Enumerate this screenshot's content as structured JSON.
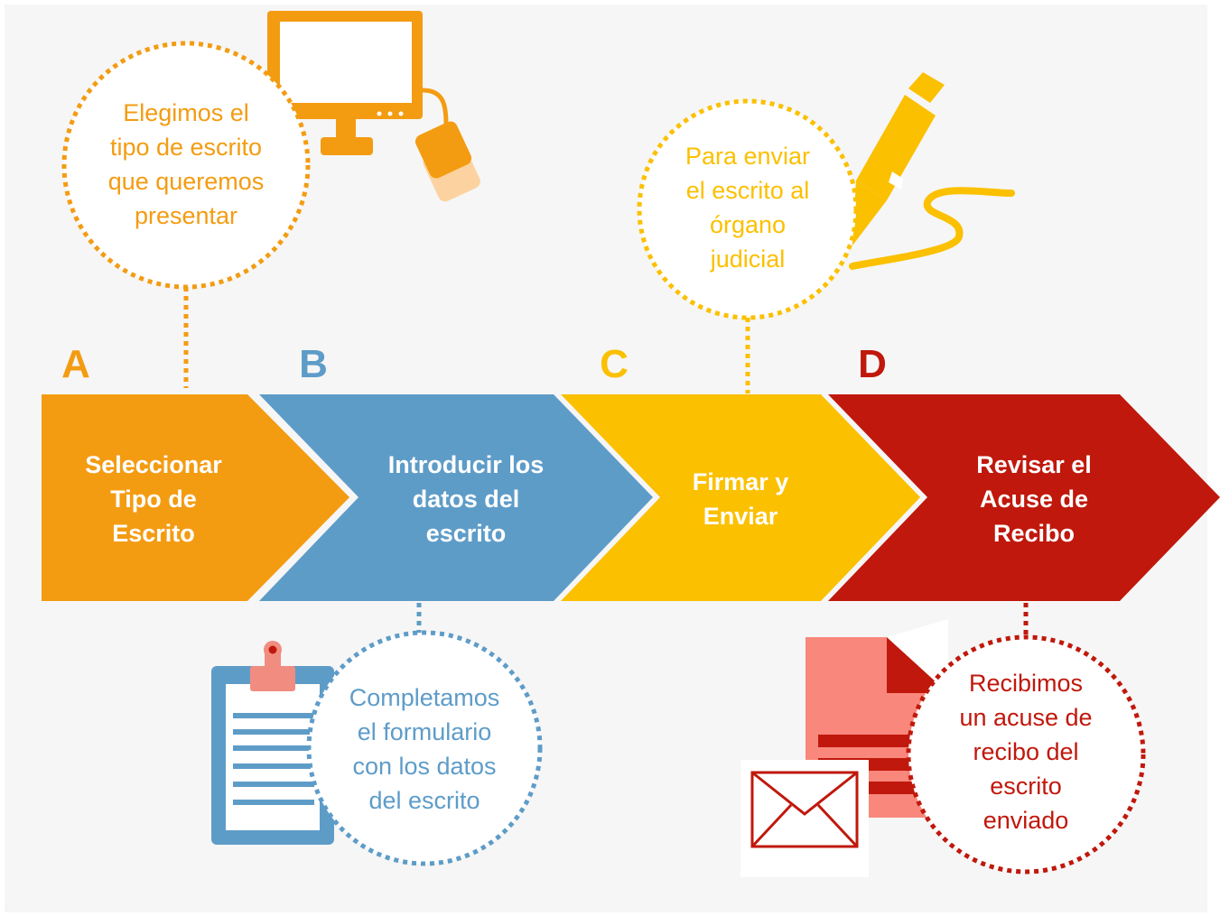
{
  "colors": {
    "orange": "#f39c12",
    "blue": "#5e9cc8",
    "yellow": "#fbc000",
    "red": "#c0180c",
    "background": "#f6f6f6"
  },
  "steps": [
    {
      "letter": "A",
      "label": "Seleccionar Tipo de Escrito",
      "lines": [
        "Seleccionar",
        "Tipo de",
        "Escrito"
      ],
      "color": "#f39c12"
    },
    {
      "letter": "B",
      "label": "Introducir los datos del escrito",
      "lines": [
        "Introducir los",
        "datos del",
        "escrito"
      ],
      "color": "#5e9cc8"
    },
    {
      "letter": "C",
      "label": "Firmar y Enviar",
      "lines": [
        "Firmar y",
        "Enviar"
      ],
      "color": "#fbc000"
    },
    {
      "letter": "D",
      "label": "Revisar el Acuse de Recibo",
      "lines": [
        "Revisar el",
        "Acuse de",
        "Recibo"
      ],
      "color": "#c0180c"
    }
  ],
  "callouts": [
    {
      "step": "A",
      "lines": [
        "Elegimos el",
        "tipo de escrito",
        "que queremos",
        "presentar"
      ],
      "icon": "computer-monitor-icon"
    },
    {
      "step": "B",
      "lines": [
        "Completamos",
        "el formulario",
        "con los datos",
        "del escrito"
      ],
      "icon": "clipboard-icon"
    },
    {
      "step": "C",
      "lines": [
        "Para enviar",
        "el escrito al",
        "órgano",
        "judicial"
      ],
      "icon": "pen-signature-icon"
    },
    {
      "step": "D",
      "lines": [
        "Recibimos",
        "un acuse de",
        "recibo del",
        "escrito",
        "enviado"
      ],
      "icon": "envelope-document-icon"
    }
  ]
}
